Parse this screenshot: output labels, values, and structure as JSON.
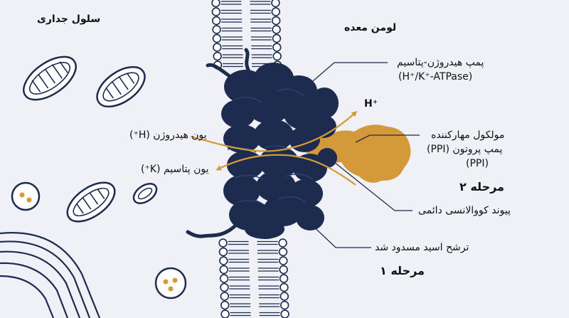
{
  "regions": {
    "parietal_cell": "سلول جداری",
    "gastric_lumen": "لومن معده"
  },
  "labels": {
    "pump_name": "پمپ هیدروژن-پتاسیم",
    "pump_formula": "(H⁺/K⁺-ATPase)",
    "h_ion_top": "H⁺",
    "hydrogen_ion": "یون هیدروژن (H⁺)",
    "potassium_ion": "یون پتاسیم (K⁺)",
    "ppi_line1": "مولکول مهارکننده",
    "ppi_line2": "پمپ پروتون (PPI)",
    "ppi_line3": "(PPI)",
    "covalent_bond": "پیوند کووالانسی دائمی",
    "acid_blocked": "ترشح اسید مسدود شد"
  },
  "steps": {
    "step2": "مرحله ۲",
    "step1": "مرحله ۱"
  },
  "colors": {
    "protein": "#1c2b4e",
    "inhibitor": "#d49a3a",
    "arrow": "#d49a3a",
    "membrane": "#1c2b4e",
    "background": "#f0f1f6"
  }
}
